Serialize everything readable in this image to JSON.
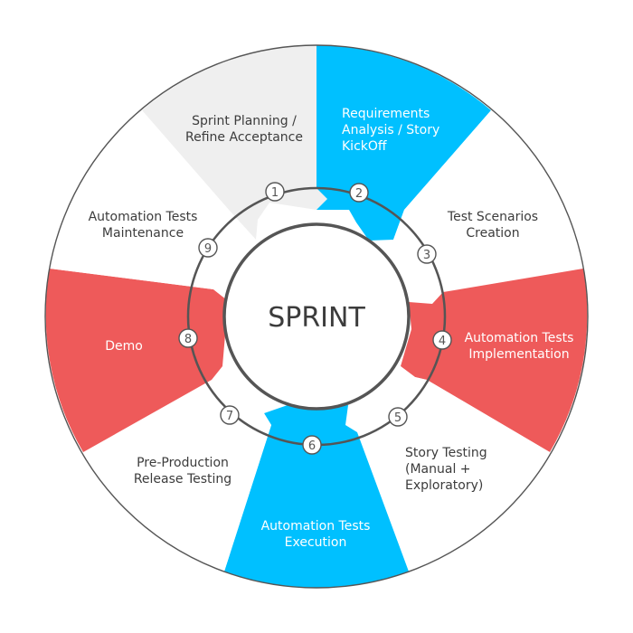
{
  "center": {
    "label": "SPRINT"
  },
  "colors": {
    "blue": "#00c0ff",
    "red": "#ee5a5a",
    "grey": "#efefef",
    "white": "#ffffff",
    "line": "#555555",
    "dark_text": "#3c3c3c",
    "light_text": "#ffffff"
  },
  "segments": [
    {
      "number": "1",
      "lines": [
        "Sprint Planning /",
        "Refine Acceptance"
      ],
      "fill": "grey"
    },
    {
      "number": "2",
      "lines": [
        "Requirements",
        "Analysis / Story",
        "KickOff"
      ],
      "fill": "blue"
    },
    {
      "number": "3",
      "lines": [
        "Test Scenarios",
        "Creation"
      ],
      "fill": "white"
    },
    {
      "number": "4",
      "lines": [
        "Automation Tests",
        "Implementation"
      ],
      "fill": "red"
    },
    {
      "number": "5",
      "lines": [
        "Story Testing",
        "(Manual +",
        "Exploratory)"
      ],
      "fill": "white"
    },
    {
      "number": "6",
      "lines": [
        "Automation Tests",
        "Execution"
      ],
      "fill": "blue"
    },
    {
      "number": "7",
      "lines": [
        "Pre-Production",
        "Release Testing"
      ],
      "fill": "white"
    },
    {
      "number": "8",
      "lines": [
        "Demo"
      ],
      "fill": "red"
    },
    {
      "number": "9",
      "lines": [
        "Automation Tests",
        "Maintenance"
      ],
      "fill": "white"
    }
  ]
}
